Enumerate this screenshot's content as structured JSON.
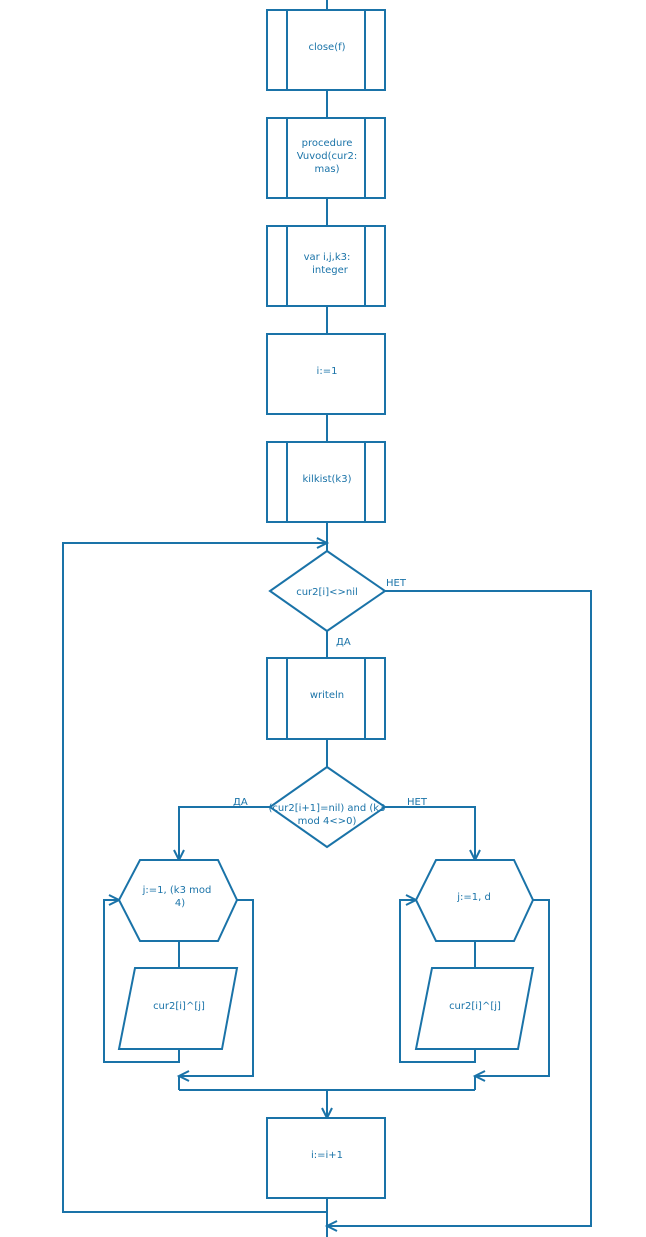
{
  "colors": {
    "stroke": "#1a73a8",
    "background": "#ffffff"
  },
  "nodes": {
    "close": [
      "close(f)"
    ],
    "procedure": [
      "procedure",
      "Vuvod(cur2:",
      "mas)"
    ],
    "var": [
      "var i,j,k3:",
      "integer"
    ],
    "i_assign": [
      "i:=1"
    ],
    "kilkist": [
      "kilkist(k3)"
    ],
    "cond1": [
      "cur2[i]<>nil"
    ],
    "writeln": [
      "writeln"
    ],
    "cond2": [
      "(cur2[i+1]=nil) and (k3",
      "mod 4<>0)"
    ],
    "loop_left": [
      "j:=1, (k3 mod",
      "4)"
    ],
    "out_left": [
      "cur2[i]^[j]"
    ],
    "loop_right": [
      "j:=1, d"
    ],
    "out_right": [
      "cur2[i]^[j]"
    ],
    "i_inc": [
      "i:=i+1"
    ]
  },
  "branches": {
    "cond1_yes": "ДА",
    "cond1_no": "НЕТ",
    "cond2_yes": "ДА",
    "cond2_no": "НЕТ"
  }
}
